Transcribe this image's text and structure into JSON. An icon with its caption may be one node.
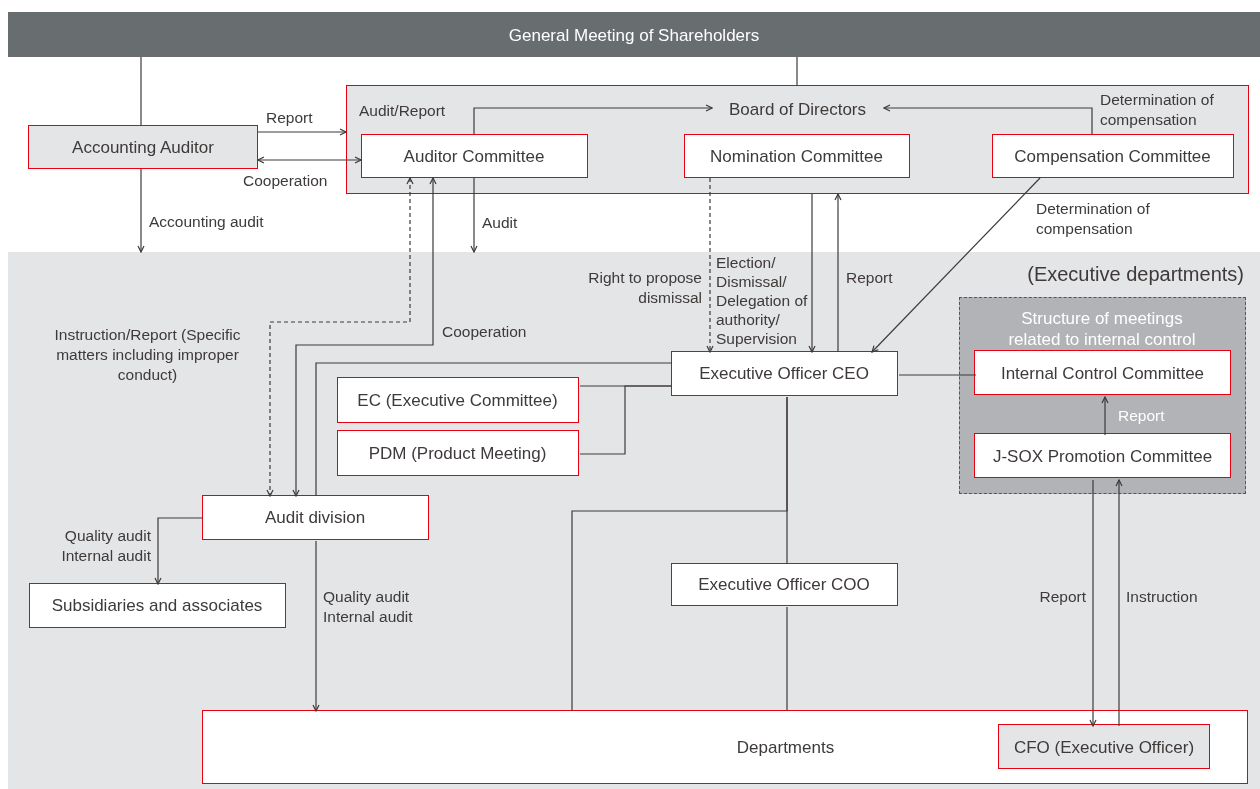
{
  "diagram": {
    "nodes": [
      {
        "text": [
          "General Meeting of Shareholders"
        ]
      },
      {
        "text": [],
        "shape": "box"
      },
      {
        "text": [
          "Board of Directors"
        ],
        "in": 1
      },
      {
        "text": [
          "Accounting Auditor"
        ]
      },
      {
        "text": [
          "Auditor Committee"
        ],
        "in": 1
      },
      {
        "text": [
          "Nomination Committee"
        ],
        "in": 1
      },
      {
        "text": [
          "Compensation Committee"
        ],
        "in": 1
      },
      {
        "text": [
          "(Executive departments)"
        ]
      },
      {
        "text": [
          "Structure of meetings related to internal control"
        ],
        "in": 7
      },
      {
        "text": [
          "Internal Control Committee"
        ],
        "in": 8
      },
      {
        "text": [
          "J-SOX Promotion Committee"
        ],
        "in": 8
      },
      {
        "text": [
          "Executive Officer CEO"
        ],
        "in": 7
      },
      {
        "text": [
          "EC (Executive Committee)"
        ],
        "in": 7
      },
      {
        "text": [
          "PDM (Product Meeting)"
        ],
        "in": 7
      },
      {
        "text": [
          "Audit division"
        ],
        "in": 7
      },
      {
        "text": [
          "Subsidiaries and associates"
        ],
        "in": 7
      },
      {
        "text": [
          "Executive Officer COO"
        ],
        "in": 7
      },
      {
        "text": [
          "Departments"
        ],
        "in": 7
      },
      {
        "text": [
          "CFO (Executive Officer)"
        ],
        "in": 17
      }
    ],
    "edges": [
      {
        "from": 0,
        "to": 3,
        "arrow": "none"
      },
      {
        "from": 3,
        "to": 7,
        "arrow": "to",
        "label": "Accounting audit"
      },
      {
        "from": 0,
        "to": 1,
        "arrow": "none"
      },
      {
        "from": 3,
        "to": 1,
        "arrow": "to",
        "label": "Report"
      },
      {
        "from": 3,
        "to": 4,
        "arrow": "both",
        "label": "Cooperation"
      },
      {
        "from": 4,
        "to": 2,
        "arrow": "to",
        "label": "Audit/Report"
      },
      {
        "from": 6,
        "to": 2,
        "arrow": "to",
        "label": "Determination of compensation"
      },
      {
        "from": 4,
        "to": 7,
        "arrow": "to",
        "label": "Audit"
      },
      {
        "from": 4,
        "to": 14,
        "arrow": "both",
        "style": "dashed",
        "label": "Instruction/Report (Specific matters including improper conduct)"
      },
      {
        "from": 4,
        "to": 14,
        "arrow": "both",
        "label": "Cooperation"
      },
      {
        "from": 11,
        "to": 14,
        "arrow": "none"
      },
      {
        "from": 12,
        "to": 11,
        "arrow": "none"
      },
      {
        "from": 13,
        "to": 11,
        "arrow": "none"
      },
      {
        "from": 5,
        "to": 11,
        "arrow": "to",
        "style": "dashed",
        "label": "Right to propose dismissal"
      },
      {
        "from": 1,
        "to": 11,
        "arrow": "to",
        "label": "Election/ Dismissal/ Delegation of authority/ Supervision"
      },
      {
        "from": 11,
        "to": 1,
        "arrow": "to",
        "label": "Report"
      },
      {
        "from": 6,
        "to": 11,
        "arrow": "to",
        "label": "Determination of compensation"
      },
      {
        "from": 11,
        "to": 9,
        "arrow": "none"
      },
      {
        "from": 10,
        "to": 9,
        "arrow": "to",
        "label": "Report"
      },
      {
        "from": 14,
        "to": 15,
        "arrow": "to",
        "label": "Quality audit Internal audit"
      },
      {
        "from": 14,
        "to": 17,
        "arrow": "to",
        "label": "Quality audit Internal audit"
      },
      {
        "from": 11,
        "to": 16,
        "arrow": "none"
      },
      {
        "from": 16,
        "to": 17,
        "arrow": "none"
      },
      {
        "from": 11,
        "to": 17,
        "arrow": "none"
      },
      {
        "from": 10,
        "to": 18,
        "arrow": "to",
        "label": "Report"
      },
      {
        "from": 18,
        "to": 10,
        "arrow": "to",
        "label": "Instruction"
      }
    ]
  }
}
